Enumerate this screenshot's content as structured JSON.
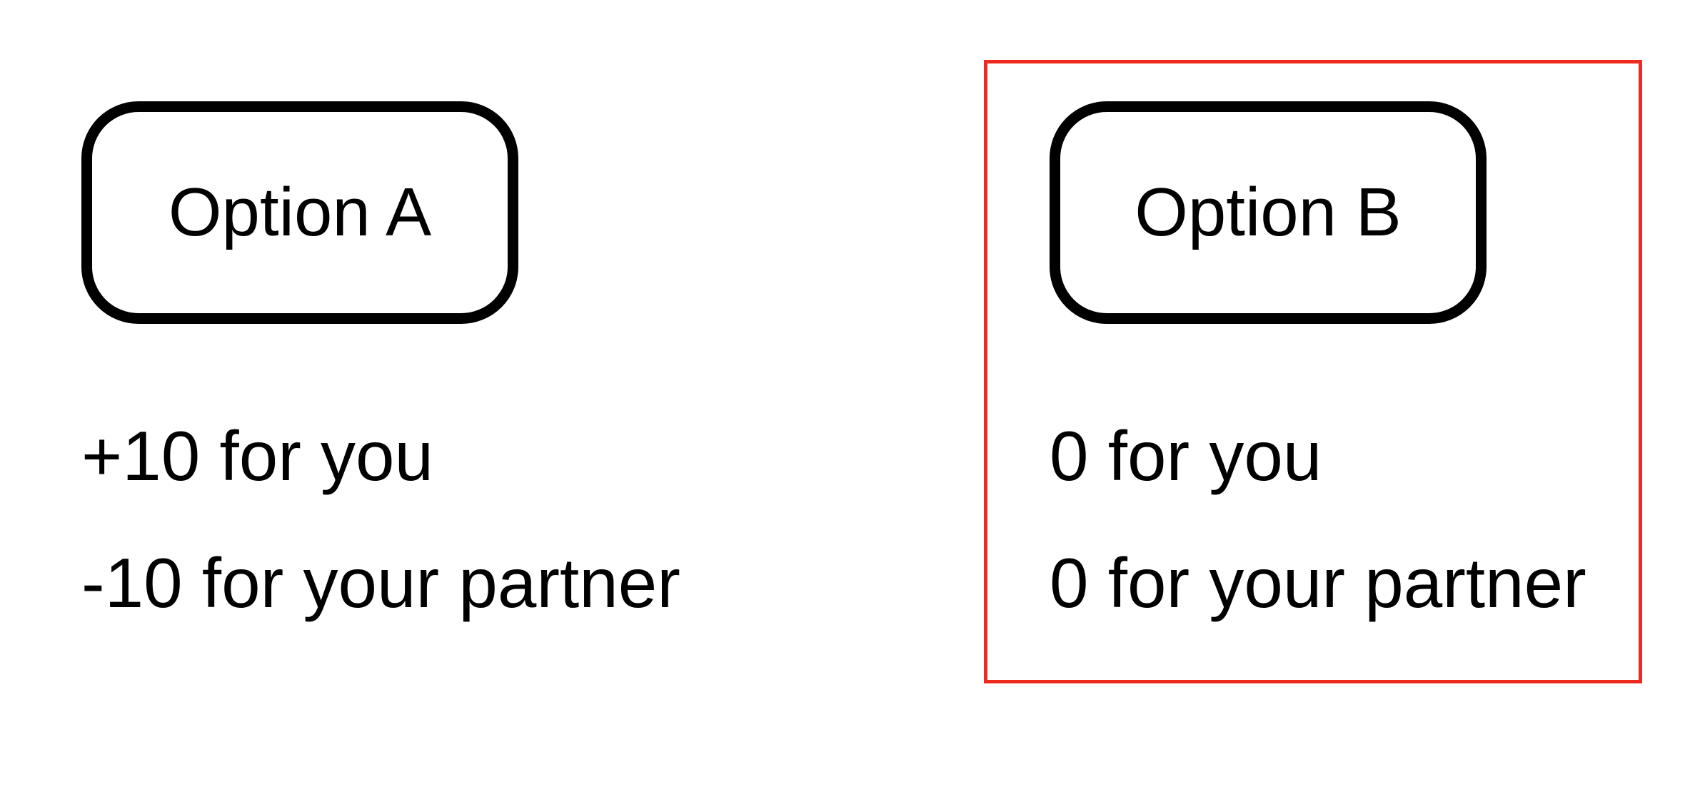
{
  "options": [
    {
      "id": "a",
      "label": "Option A",
      "payoff_you": "+10 for you",
      "payoff_partner": "-10 for your partner",
      "selected": false
    },
    {
      "id": "b",
      "label": "Option B",
      "payoff_you": "0 for you",
      "payoff_partner": "0 for your partner",
      "selected": true
    }
  ],
  "colors": {
    "text": "#000000",
    "button_border": "#000000",
    "selection_highlight": "#ee2a1f",
    "background": "#ffffff"
  }
}
